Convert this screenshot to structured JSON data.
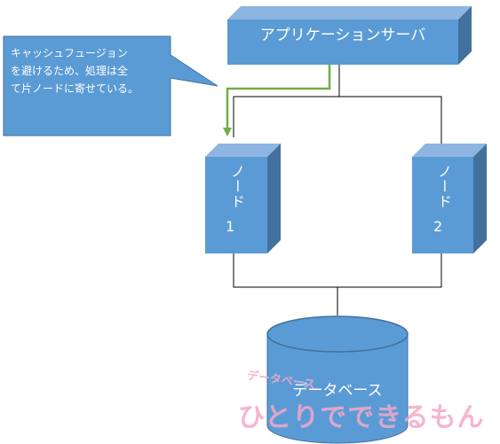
{
  "server": {
    "label": "アプリケーションサーバ"
  },
  "node1": {
    "label_top": "ノード",
    "label_num": "1"
  },
  "node2": {
    "label_top": "ノード",
    "label_num": "2"
  },
  "database": {
    "label": "データベース"
  },
  "callout": {
    "lines": [
      "キャッシュフュージョン",
      "を避けるため、処理は全",
      "て片ノードに寄せている。"
    ]
  },
  "watermark": {
    "small": "データベース",
    "large": "ひとりでできるもん"
  },
  "colors": {
    "box_face": "#5b9bd5",
    "box_top": "#8db5e2",
    "box_side": "#41719c",
    "connector": "#000000",
    "arrow": "#70ad47",
    "watermark": "#f3a9c9"
  }
}
